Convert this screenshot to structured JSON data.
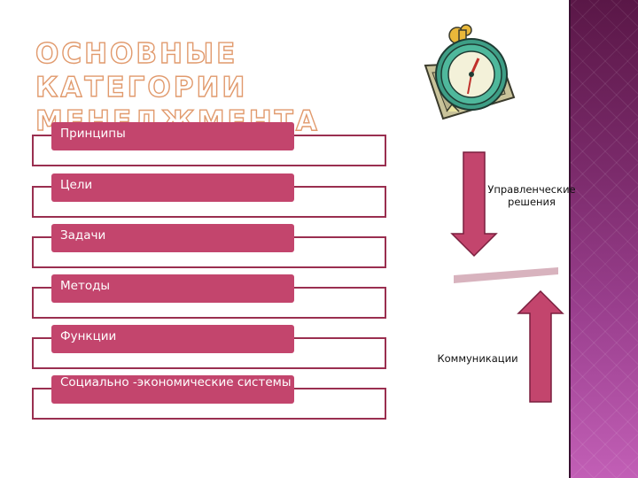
{
  "slide": {
    "title_line1": "Основные категории",
    "title_line2": "менеджмента"
  },
  "categories": [
    "Принципы",
    "Цели",
    "Задачи",
    "Методы",
    "Функции",
    "Социально -экономические системы"
  ],
  "flow": {
    "top_label": "Управленческие решения",
    "bottom_label": "Коммуникации"
  },
  "icons": {
    "clock": "alarm-clock-icon"
  },
  "colors": {
    "bar_fill": "#c3456d",
    "frame_stroke": "#9a2f50",
    "arrow": "#c3456d",
    "title_outline": "#e19a6d",
    "side_band": "#7a2a6a"
  }
}
